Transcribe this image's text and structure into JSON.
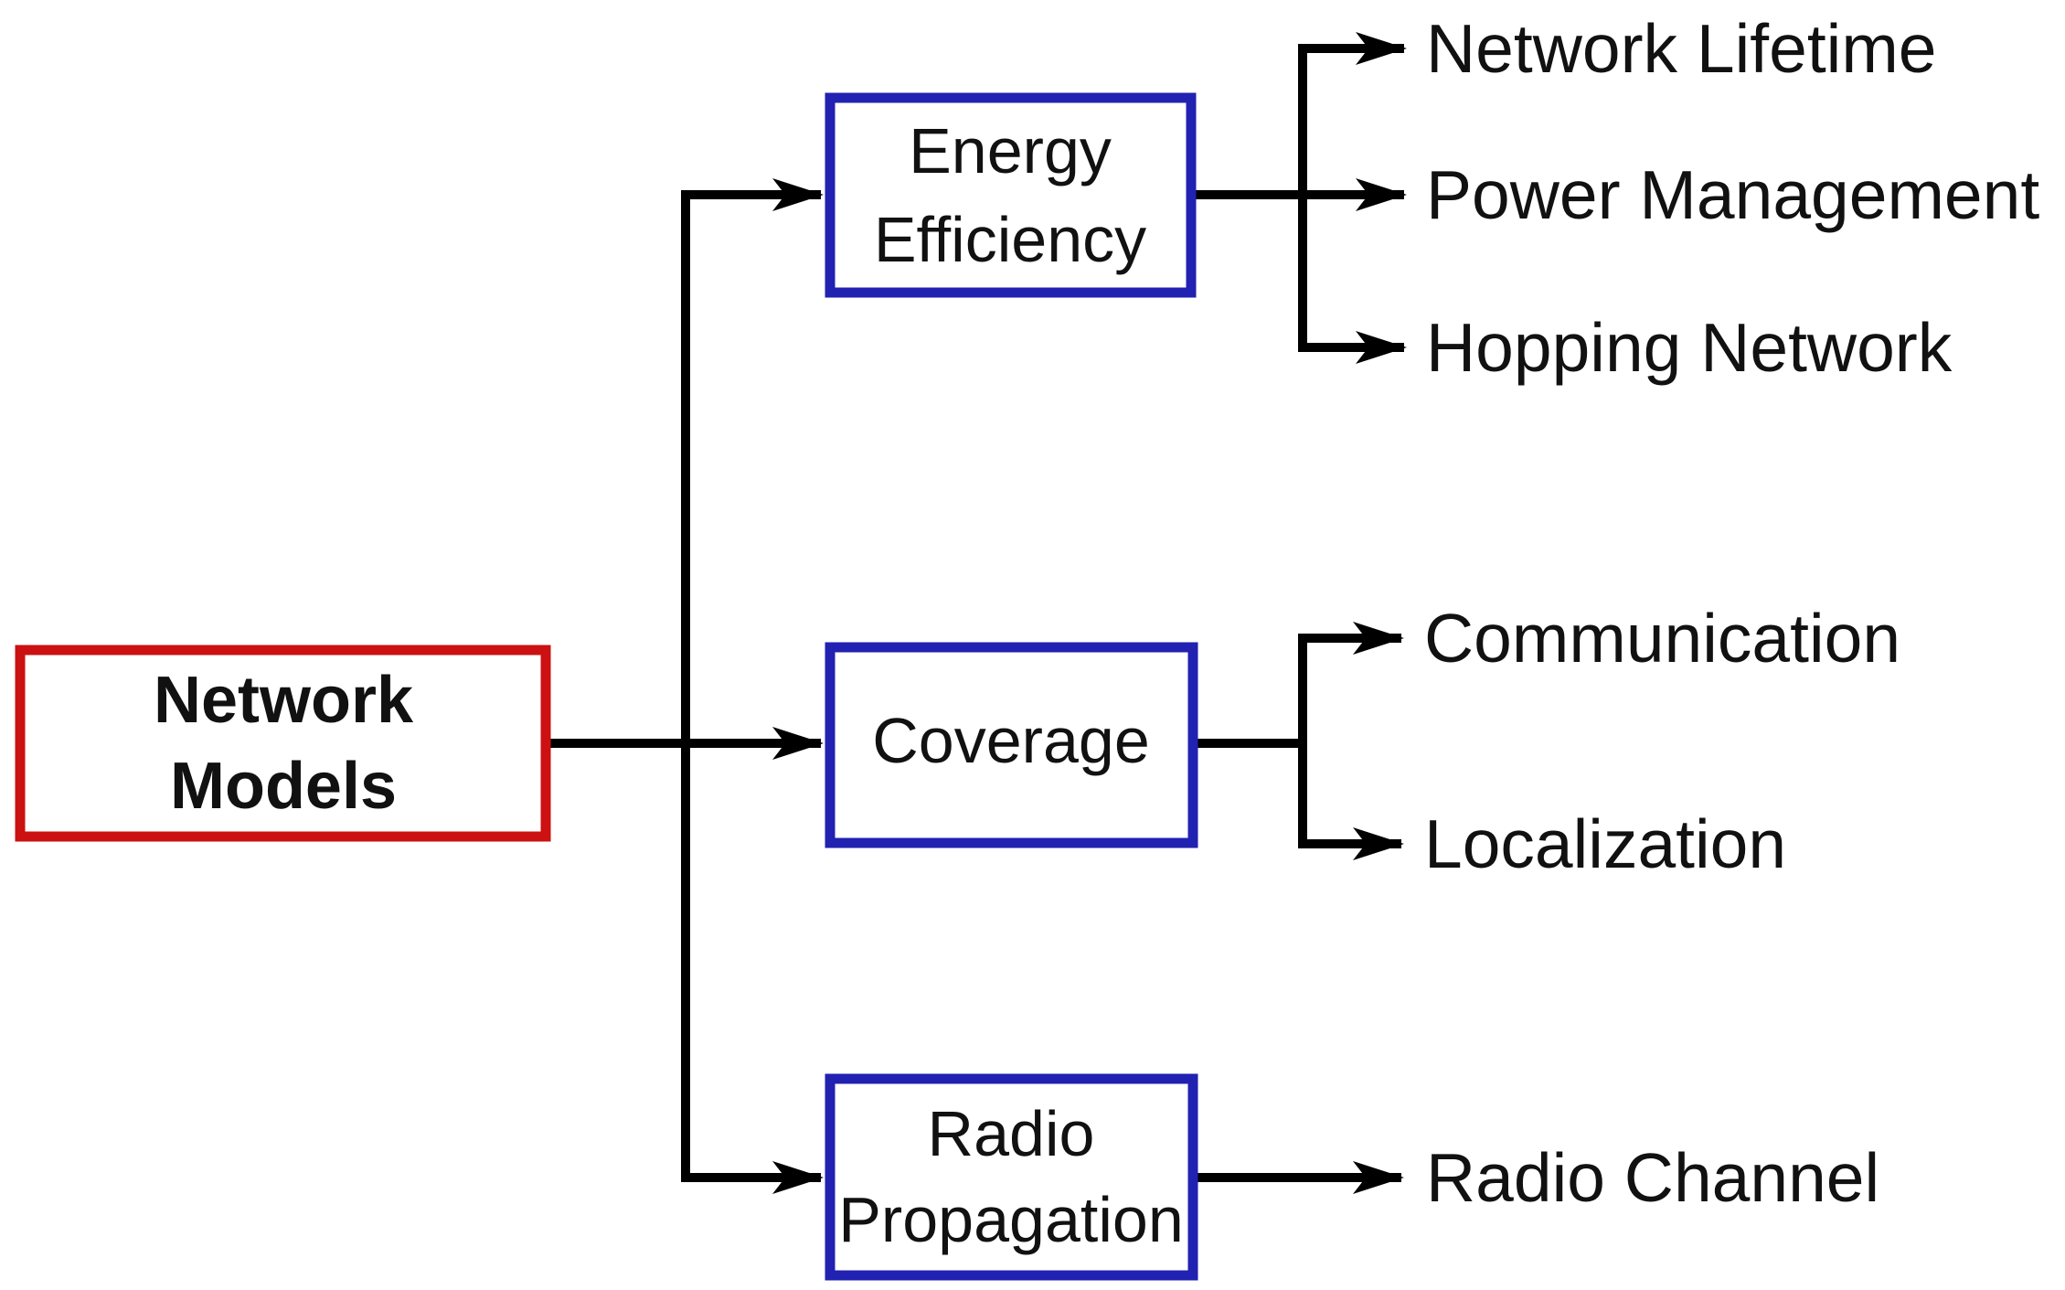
{
  "colors": {
    "root_border": "#cb1111",
    "category_border": "#2121b2",
    "connector": "#000000",
    "text": "#111111"
  },
  "tree": {
    "root": {
      "line1": "Network",
      "line2": "Models"
    },
    "branches": [
      {
        "line1": "Energy",
        "line2": "Efficiency",
        "leaves": [
          "Network Lifetime",
          "Power Management",
          "Hopping Network"
        ]
      },
      {
        "line1": "Coverage",
        "leaves": [
          "Communication",
          "Localization"
        ]
      },
      {
        "line1": "Radio",
        "line2": "Propagation",
        "leaves": [
          "Radio Channel"
        ]
      }
    ]
  }
}
